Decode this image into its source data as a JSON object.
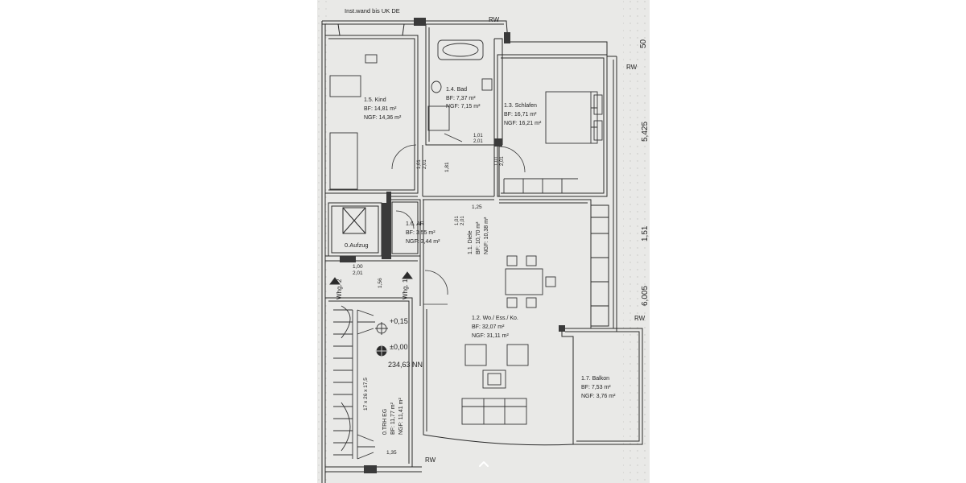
{
  "plan": {
    "top_note": "Inst.wand bis UK DE",
    "rw": "RW",
    "dims": {
      "d_50": "50",
      "d_5425": "5,425",
      "d_151": "1,51",
      "d_600": "6,005",
      "d_101a": "1,01",
      "d_201a": "2,01",
      "d_101b": "1,01",
      "d_201b": "2,01",
      "d_101c": "1,01",
      "d_201c": "2,01",
      "d_181": "1,81",
      "d_125": "1,25",
      "d_100": "1,00",
      "d_201d": "2,01",
      "d_156": "1,56",
      "d_101e": "1,01",
      "d_201e": "2,01",
      "d_135": "1,35"
    },
    "rooms": {
      "kind": {
        "name": "1.5. Kind",
        "bf": "BF:    14,81 m²",
        "ngf": "NGF:  14,36 m²"
      },
      "bad": {
        "name": "1.4. Bad",
        "bf": "BF:    7,37 m²",
        "ngf": "NGF: 7,15 m²"
      },
      "schlafen": {
        "name": "1.3. Schlafen",
        "bf": "BF:    16,71 m²",
        "ngf": "NGF:  16,21 m²"
      },
      "ar": {
        "name": "1.6. AR",
        "bf": "BF:    3,55 m²",
        "ngf": "NGF: 3,44 m²"
      },
      "diele": {
        "name": "1.1. Diele",
        "bf": "BF:    10,70 m²",
        "ngf": "NGF:  10,38 m²"
      },
      "wohnen": {
        "name": "1.2. Wo./ Ess./ Ko.",
        "bf": "BF:        32,07 m²",
        "ngf": "NGF:      31,11 m²"
      },
      "balkon": {
        "name": "1.7. Balkon",
        "bf": "BF:    7,53 m²",
        "ngf": "NGF: 3,76 m²"
      },
      "trh": {
        "name": "0.TRH EG",
        "bf": "BF:    11,77 m²",
        "ngf": "NGF: 11,41 m²"
      }
    },
    "aufzug": "0.Aufzug",
    "wohnung_2": "Whg. 2",
    "wohnung_1": "Whg. 1",
    "level_plus": "+0,15",
    "level_zero": "±0,00",
    "elevation_nn": "234,63 NN",
    "stair_spec": "17 x 26 x 17,5"
  },
  "colors": {
    "paper": "#e9e9e7",
    "line": "#2a2a2a",
    "page": "#ffffff"
  },
  "viewer": {
    "nav_icon": "chevron-up-icon"
  }
}
